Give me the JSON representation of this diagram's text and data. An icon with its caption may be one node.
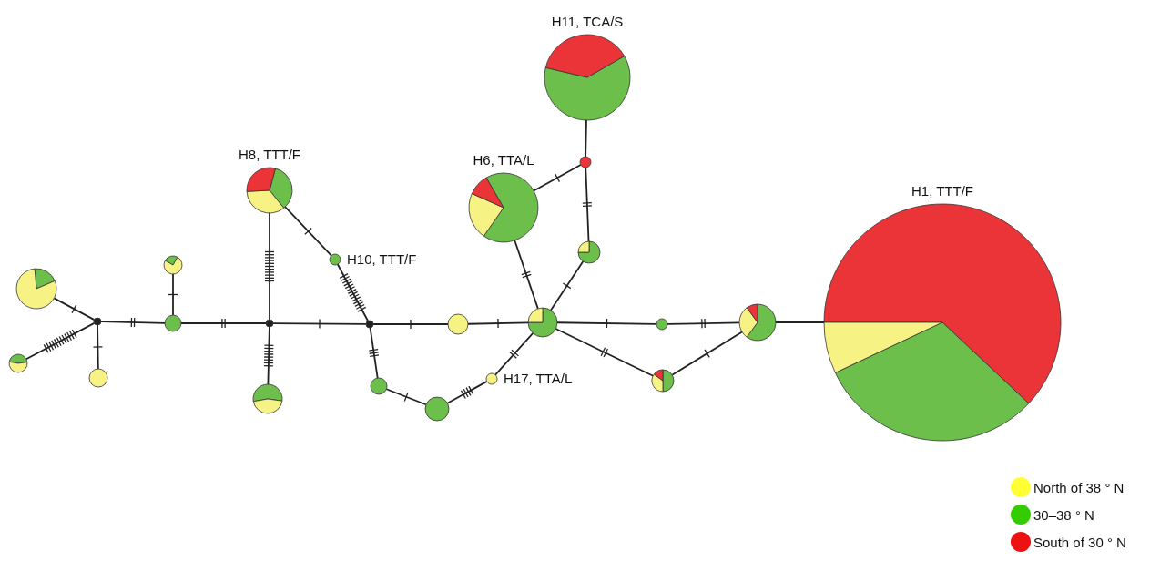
{
  "diagram": {
    "nodes": [
      {
        "text": [],
        "shape": "circle"
      },
      {
        "text": [],
        "shape": "circle"
      },
      {
        "text": [],
        "shape": "circle"
      },
      {
        "text": [],
        "shape": "circle"
      },
      {
        "text": [],
        "shape": "circle"
      },
      {
        "text": [],
        "shape": "circle"
      },
      {
        "text": [],
        "shape": "circle"
      },
      {
        "text": [
          "H8, TTT/F"
        ]
      },
      {
        "text": [],
        "shape": "circle"
      },
      {
        "text": [
          "H10, TTT/F"
        ]
      },
      {
        "text": [],
        "shape": "circle"
      },
      {
        "text": [],
        "shape": "circle"
      },
      {
        "text": [],
        "shape": "circle"
      },
      {
        "text": [],
        "shape": "circle"
      },
      {
        "text": [
          "H17, TTA/L"
        ]
      },
      {
        "text": [],
        "shape": "circle"
      },
      {
        "text": [
          "H6, TTA/L"
        ]
      },
      {
        "text": [],
        "shape": "circle"
      },
      {
        "text": [
          "H11, TCA/S"
        ]
      },
      {
        "text": [],
        "shape": "circle"
      },
      {
        "text": [],
        "shape": "circle"
      },
      {
        "text": [],
        "shape": "circle"
      },
      {
        "text": [],
        "shape": "circle"
      },
      {
        "text": [
          "H1, TTT/F"
        ]
      }
    ],
    "edges": [
      {
        "from": 0,
        "to": 2,
        "arrow": "none"
      },
      {
        "from": 1,
        "to": 2,
        "arrow": "none"
      },
      {
        "from": 3,
        "to": 2,
        "arrow": "none"
      },
      {
        "from": 2,
        "to": 5,
        "arrow": "none"
      },
      {
        "from": 4,
        "to": 5,
        "arrow": "none"
      },
      {
        "from": 5,
        "to": 6,
        "arrow": "none"
      },
      {
        "from": 6,
        "to": 7,
        "arrow": "none"
      },
      {
        "from": 6,
        "to": 8,
        "arrow": "none"
      },
      {
        "from": 6,
        "to": 10,
        "arrow": "none"
      },
      {
        "from": 7,
        "to": 9,
        "arrow": "none"
      },
      {
        "from": 9,
        "to": 10,
        "arrow": "none"
      },
      {
        "from": 10,
        "to": 11,
        "arrow": "none"
      },
      {
        "from": 10,
        "to": 12,
        "arrow": "none"
      },
      {
        "from": 12,
        "to": 13,
        "arrow": "none"
      },
      {
        "from": 13,
        "to": 14,
        "arrow": "none"
      },
      {
        "from": 14,
        "to": 15,
        "arrow": "none"
      },
      {
        "from": 11,
        "to": 15,
        "arrow": "none"
      },
      {
        "from": 15,
        "to": 16,
        "arrow": "none"
      },
      {
        "from": 15,
        "to": 19,
        "arrow": "none"
      },
      {
        "from": 19,
        "to": 17,
        "arrow": "none"
      },
      {
        "from": 17,
        "to": 16,
        "arrow": "none"
      },
      {
        "from": 17,
        "to": 18,
        "arrow": "none"
      },
      {
        "from": 15,
        "to": 20,
        "arrow": "none"
      },
      {
        "from": 20,
        "to": 22,
        "arrow": "none"
      },
      {
        "from": 15,
        "to": 21,
        "arrow": "none"
      },
      {
        "from": 21,
        "to": 22,
        "arrow": "none"
      },
      {
        "from": 22,
        "to": 23,
        "arrow": "none"
      }
    ],
    "legend": [
      {
        "text": "North of 38 ° N",
        "color": "#ffff33"
      },
      {
        "text": "30–38 ° N",
        "color": "#33cc00"
      },
      {
        "text": "South of 30 ° N",
        "color": "#ee1111"
      }
    ]
  }
}
